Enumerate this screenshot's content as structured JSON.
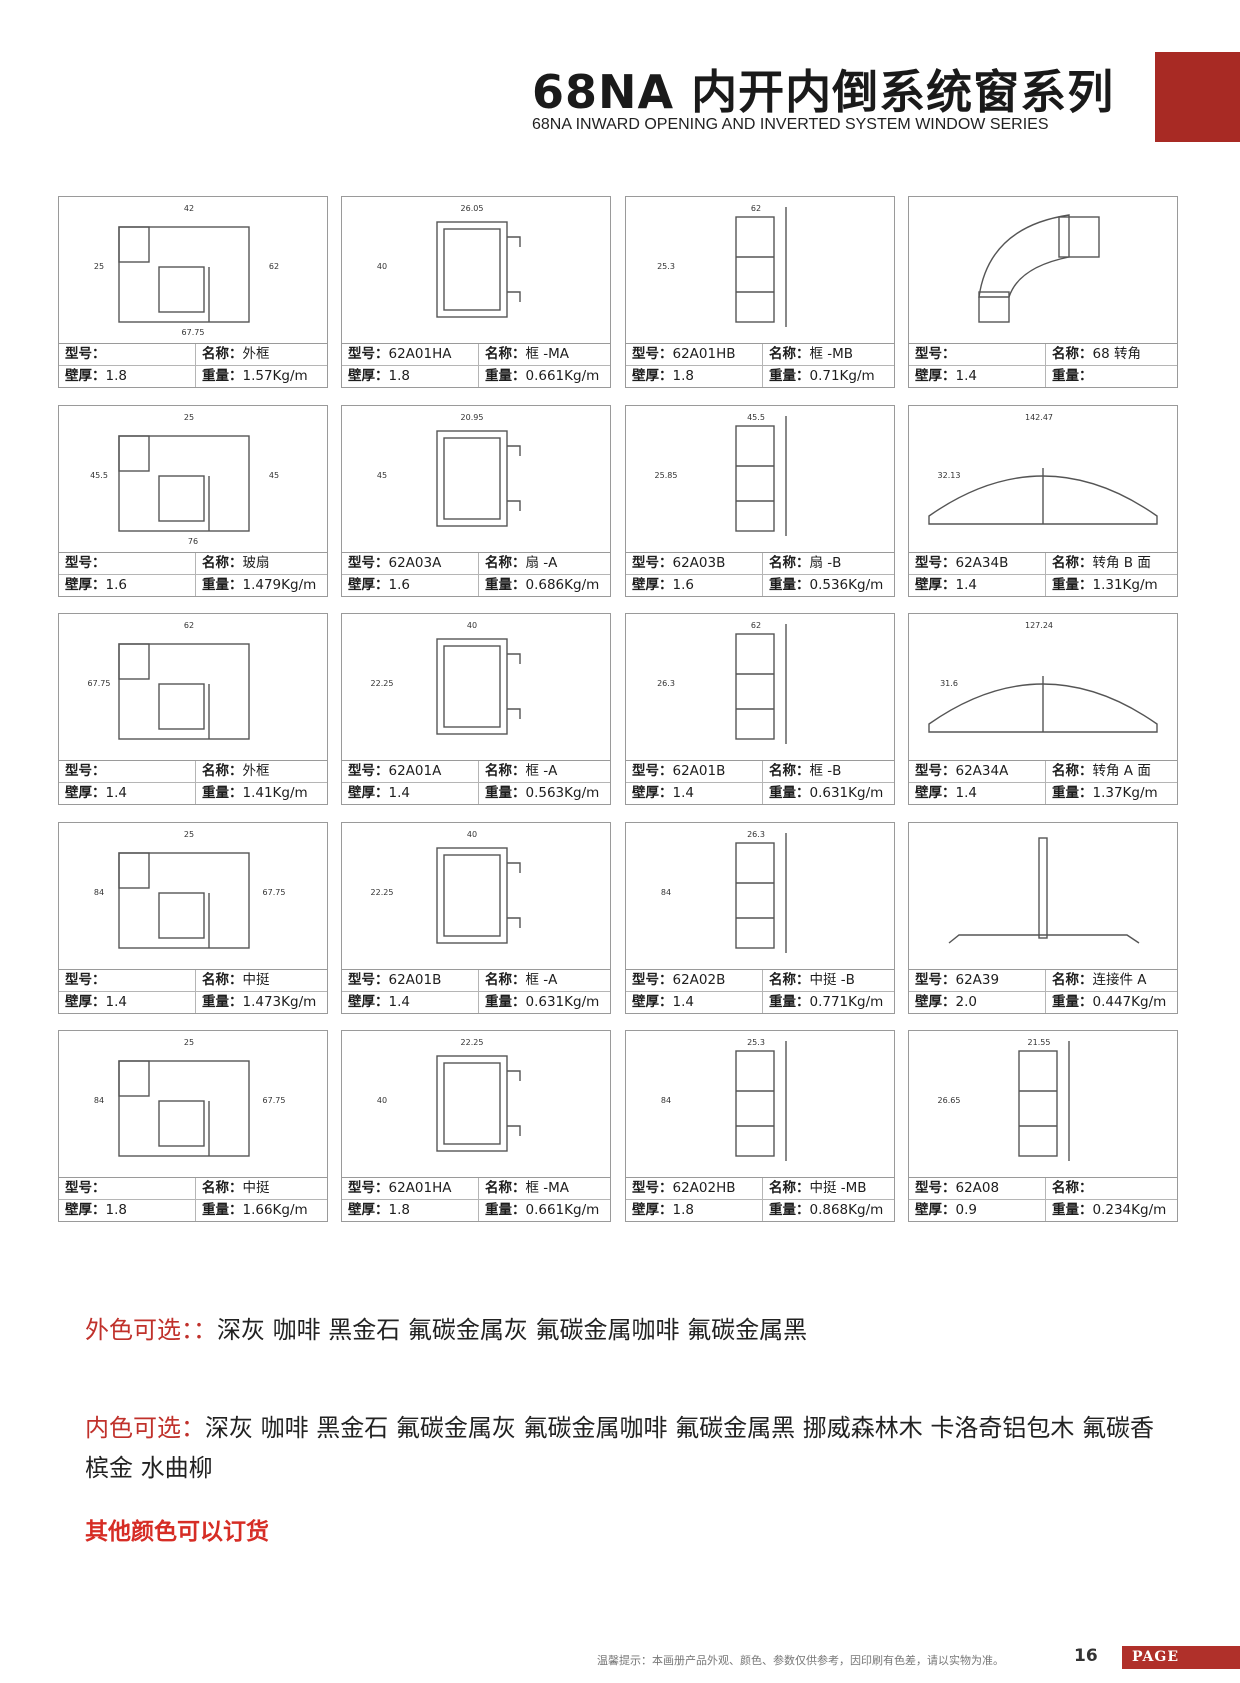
{
  "header": {
    "title_cn": "68NA 内开内倒系统窗系列",
    "title_en": "68NA INWARD OPENING AND INVERTED SYSTEM WINDOW SERIES"
  },
  "labels": {
    "model": "型号：",
    "name": "名称：",
    "thickness": "壁厚：",
    "weight": "重量："
  },
  "profiles": [
    {
      "model": "",
      "name": "外框",
      "thickness": "1.8",
      "weight": "1.57Kg/m",
      "dims": [
        "42",
        "25",
        "62",
        "67.75"
      ]
    },
    {
      "model": "62A01HA",
      "name": "框 -MA",
      "thickness": "1.8",
      "weight": "0.661Kg/m",
      "dims": [
        "26.05",
        "40"
      ]
    },
    {
      "model": "62A01HB",
      "name": "框 -MB",
      "thickness": "1.8",
      "weight": "0.71Kg/m",
      "dims": [
        "62",
        "25.3"
      ]
    },
    {
      "model": "",
      "name": "68 转角",
      "thickness": "1.4",
      "weight": "",
      "dims": []
    },
    {
      "model": "",
      "name": "玻扇",
      "thickness": "1.6",
      "weight": "1.479Kg/m",
      "dims": [
        "25",
        "45.5",
        "45",
        "76"
      ]
    },
    {
      "model": "62A03A",
      "name": "扇 -A",
      "thickness": "1.6",
      "weight": "0.686Kg/m",
      "dims": [
        "20.95",
        "45"
      ]
    },
    {
      "model": "62A03B",
      "name": "扇 -B",
      "thickness": "1.6",
      "weight": "0.536Kg/m",
      "dims": [
        "45.5",
        "25.85"
      ]
    },
    {
      "model": "62A34B",
      "name": "转角 B 面",
      "thickness": "1.4",
      "weight": "1.31Kg/m",
      "dims": [
        "142.47",
        "32.13"
      ]
    },
    {
      "model": "",
      "name": "外框",
      "thickness": "1.4",
      "weight": "1.41Kg/m",
      "dims": [
        "62",
        "67.75"
      ]
    },
    {
      "model": "62A01A",
      "name": "框 -A",
      "thickness": "1.4",
      "weight": "0.563Kg/m",
      "dims": [
        "40",
        "22.25"
      ]
    },
    {
      "model": "62A01B",
      "name": "框 -B",
      "thickness": "1.4",
      "weight": "0.631Kg/m",
      "dims": [
        "62",
        "26.3"
      ]
    },
    {
      "model": "62A34A",
      "name": "转角 A 面",
      "thickness": "1.4",
      "weight": "1.37Kg/m",
      "dims": [
        "127.24",
        "31.6"
      ]
    },
    {
      "model": "",
      "name": "中挺",
      "thickness": "1.4",
      "weight": "1.473Kg/m",
      "dims": [
        "25",
        "84",
        "67.75"
      ]
    },
    {
      "model": "62A01B",
      "name": "框 -A",
      "thickness": "1.4",
      "weight": "0.631Kg/m",
      "dims": [
        "40",
        "22.25"
      ]
    },
    {
      "model": "62A02B",
      "name": "中挺 -B",
      "thickness": "1.4",
      "weight": "0.771Kg/m",
      "dims": [
        "26.3",
        "84"
      ]
    },
    {
      "model": "62A39",
      "name": "连接件 A",
      "thickness": "2.0",
      "weight": "0.447Kg/m",
      "dims": []
    },
    {
      "model": "",
      "name": "中挺",
      "thickness": "1.8",
      "weight": "1.66Kg/m",
      "dims": [
        "25",
        "84",
        "67.75"
      ]
    },
    {
      "model": "62A01HA",
      "name": "框 -MA",
      "thickness": "1.8",
      "weight": "0.661Kg/m",
      "dims": [
        "22.25",
        "40"
      ]
    },
    {
      "model": "62A02HB",
      "name": "中挺 -MB",
      "thickness": "1.8",
      "weight": "0.868Kg/m",
      "dims": [
        "25.3",
        "84"
      ]
    },
    {
      "model": "62A08",
      "name": "",
      "thickness": "0.9",
      "weight": "0.234Kg/m",
      "dims": [
        "21.55",
        "26.65"
      ]
    }
  ],
  "colors": {
    "exterior_label": "外色可选：：",
    "exterior_values": "深灰 咖啡 黑金石 氟碳金属灰 氟碳金属咖啡 氟碳金属黑",
    "interior_label": "内色可选：",
    "interior_values": "深灰 咖啡 黑金石 氟碳金属灰 氟碳金属咖啡 氟碳金属黑 挪威森林木 卡洛奇铝包木 氟碳香槟金 水曲柳",
    "other": "其他颜色可以订货"
  },
  "footer": {
    "note": "温馨提示：本画册产品外观、颜色、参数仅供参考，因印刷有色差，请以实物为准。",
    "page_number": "16",
    "page_tag": "PAGE"
  },
  "theme": {
    "accent": "#a82a24",
    "accent_text": "#c0312b",
    "other_text": "#d62d25"
  }
}
